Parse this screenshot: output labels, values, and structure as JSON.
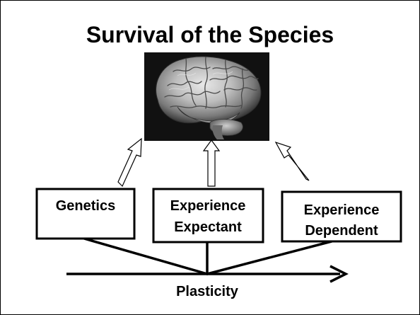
{
  "title": "Survival of the Species",
  "image": {
    "icon": "brain-icon",
    "background": "#111111"
  },
  "boxes": [
    {
      "lines": [
        "Genetics"
      ]
    },
    {
      "lines": [
        "Experience",
        "Expectant"
      ]
    },
    {
      "lines": [
        "Experience",
        "Dependent"
      ]
    }
  ],
  "axis_label": "Plasticity",
  "colors": {
    "stroke": "#000000",
    "arrow_fill": "#ffffff"
  }
}
